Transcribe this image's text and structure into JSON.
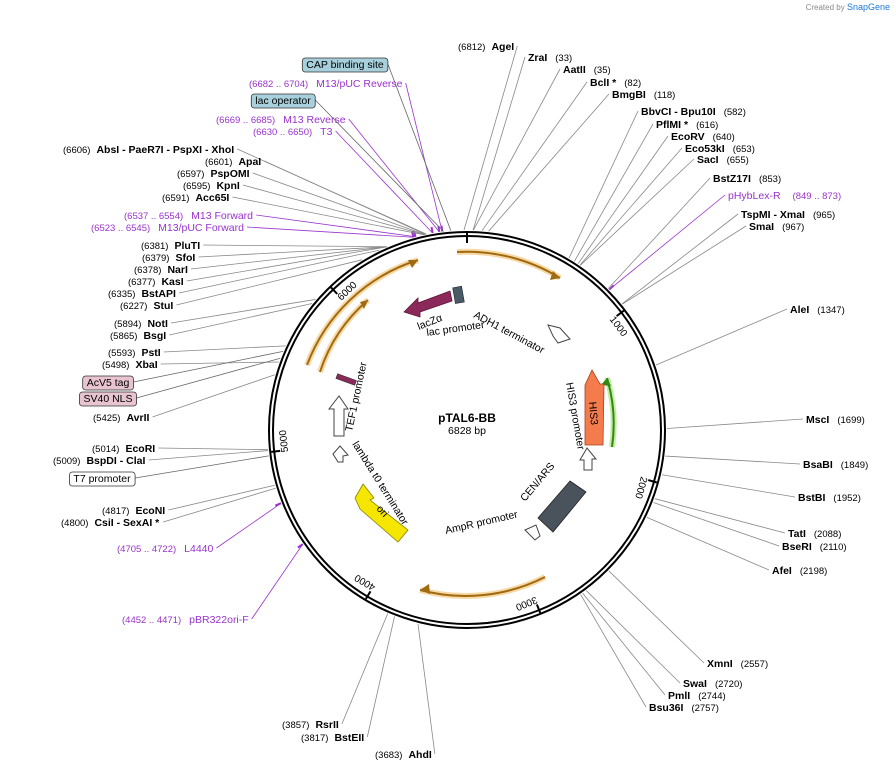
{
  "credit": {
    "prefix": "Created by",
    "brand": "SnapGene"
  },
  "plasmid": {
    "name": "pTAL6-BB",
    "size": "6828 bp",
    "length": 6828
  },
  "ticks": [
    {
      "bp": 1000,
      "label": "1000"
    },
    {
      "bp": 2000,
      "label": "2000"
    },
    {
      "bp": 3000,
      "label": "3000"
    },
    {
      "bp": 4000,
      "label": "4000"
    },
    {
      "bp": 5000,
      "label": "5000"
    },
    {
      "bp": 6000,
      "label": "6000"
    }
  ],
  "enzymes": [
    {
      "name": "AgeI",
      "pos": "(6812)",
      "bp": 6812
    },
    {
      "name": "ZraI",
      "pos": "(33)",
      "bp": 33
    },
    {
      "name": "AatII",
      "pos": "(35)",
      "bp": 35
    },
    {
      "name": "BclI *",
      "pos": "(82)",
      "bp": 82
    },
    {
      "name": "BmgBI",
      "pos": "(118)",
      "bp": 118
    },
    {
      "name": "BbvCI - Bpu10I",
      "pos": "(582)",
      "bp": 582
    },
    {
      "name": "PflMI *",
      "pos": "(616)",
      "bp": 616
    },
    {
      "name": "EcoRV",
      "pos": "(640)",
      "bp": 640
    },
    {
      "name": "Eco53kI",
      "pos": "(653)",
      "bp": 653
    },
    {
      "name": "SacI",
      "pos": "(655)",
      "bp": 655
    },
    {
      "name": "BstZ17I",
      "pos": "(853)",
      "bp": 853
    },
    {
      "name": "TspMI - XmaI",
      "pos": "(965)",
      "bp": 965
    },
    {
      "name": "SmaI",
      "pos": "(967)",
      "bp": 967
    },
    {
      "name": "AleI",
      "pos": "(1347)",
      "bp": 1347
    },
    {
      "name": "MscI",
      "pos": "(1699)",
      "bp": 1699
    },
    {
      "name": "BsaBI",
      "pos": "(1849)",
      "bp": 1849
    },
    {
      "name": "BstBI",
      "pos": "(1952)",
      "bp": 1952
    },
    {
      "name": "TatI",
      "pos": "(2088)",
      "bp": 2088
    },
    {
      "name": "BseRI",
      "pos": "(2110)",
      "bp": 2110
    },
    {
      "name": "AfeI",
      "pos": "(2198)",
      "bp": 2198
    },
    {
      "name": "XmnI",
      "pos": "(2557)",
      "bp": 2557
    },
    {
      "name": "SwaI",
      "pos": "(2720)",
      "bp": 2720
    },
    {
      "name": "PmlI",
      "pos": "(2744)",
      "bp": 2744
    },
    {
      "name": "Bsu36I",
      "pos": "(2757)",
      "bp": 2757
    },
    {
      "name": "AhdI",
      "pos": "(3683)",
      "bp": 3683
    },
    {
      "name": "BstEII",
      "pos": "(3817)",
      "bp": 3817
    },
    {
      "name": "RsrII",
      "pos": "(3857)",
      "bp": 3857
    },
    {
      "name": "CsiI - SexAI *",
      "pos": "(4800)",
      "bp": 4800
    },
    {
      "name": "EcoNI",
      "pos": "(4817)",
      "bp": 4817
    },
    {
      "name": "BspDI - ClaI",
      "pos": "(5009)",
      "bp": 5009
    },
    {
      "name": "EcoRI",
      "pos": "(5014)",
      "bp": 5014
    },
    {
      "name": "AvrII",
      "pos": "(5425)",
      "bp": 5425
    },
    {
      "name": "XbaI",
      "pos": "(5498)",
      "bp": 5498
    },
    {
      "name": "PstI",
      "pos": "(5593)",
      "bp": 5593
    },
    {
      "name": "BsgI",
      "pos": "(5865)",
      "bp": 5865
    },
    {
      "name": "NotI",
      "pos": "(5894)",
      "bp": 5894
    },
    {
      "name": "StuI",
      "pos": "(6227)",
      "bp": 6227
    },
    {
      "name": "BstAPI",
      "pos": "(6335)",
      "bp": 6335
    },
    {
      "name": "KasI",
      "pos": "(6377)",
      "bp": 6377
    },
    {
      "name": "NarI",
      "pos": "(6378)",
      "bp": 6378
    },
    {
      "name": "SfoI",
      "pos": "(6379)",
      "bp": 6379
    },
    {
      "name": "PluTI",
      "pos": "(6381)",
      "bp": 6381
    },
    {
      "name": "Acc65I",
      "pos": "(6591)",
      "bp": 6591
    },
    {
      "name": "KpnI",
      "pos": "(6595)",
      "bp": 6595
    },
    {
      "name": "PspOMI",
      "pos": "(6597)",
      "bp": 6597
    },
    {
      "name": "ApaI",
      "pos": "(6601)",
      "bp": 6601
    },
    {
      "name": "AbsI - PaeR7I - PspXI - XhoI",
      "pos": "(6606)",
      "bp": 6606
    }
  ],
  "primers": [
    {
      "name": "M13/pUC Reverse",
      "pos": "(6682 .. 6704)",
      "bp": 6693
    },
    {
      "name": "M13 Reverse",
      "pos": "(6669 .. 6685)",
      "bp": 6677
    },
    {
      "name": "T3",
      "pos": "(6630 .. 6650)",
      "bp": 6640
    },
    {
      "name": "M13 Forward",
      "pos": "(6537 .. 6554)",
      "bp": 6545
    },
    {
      "name": "M13/pUC Forward",
      "pos": "(6523 .. 6545)",
      "bp": 6534
    },
    {
      "name": "pHybLex-R",
      "pos": "(849 .. 873)",
      "bp": 861
    },
    {
      "name": "L4440",
      "pos": "(4705 .. 4722)",
      "bp": 4713
    },
    {
      "name": "pBR322ori-F",
      "pos": "(4452 .. 4471)",
      "bp": 4461
    }
  ],
  "boxed_features": [
    {
      "name": "CAP binding site",
      "bp": 6740,
      "color": "#a8d0dc"
    },
    {
      "name": "lac operator",
      "bp": 6700,
      "color": "#a8d0dc"
    },
    {
      "name": "AcV5 tag",
      "bp": 5560,
      "color": "#e8c4d0"
    },
    {
      "name": "SV40 NLS",
      "bp": 5520,
      "color": "#e8c4d0"
    },
    {
      "name": "T7 promoter",
      "bp": 4980,
      "color": "#ffffff"
    }
  ],
  "features": [
    {
      "name": "lacZα",
      "color": "#8b2a5a"
    },
    {
      "name": "lac promoter",
      "color": "#ffffff"
    },
    {
      "name": "ADH1 terminator",
      "color": "#ffffff"
    },
    {
      "name": "HIS3 promoter",
      "color": "#ffffff"
    },
    {
      "name": "HIS3",
      "color": "#f47c4c"
    },
    {
      "name": "CEN/ARS",
      "color": "#4a525c"
    },
    {
      "name": "AmpR promoter",
      "color": "#ffffff"
    },
    {
      "name": "ori",
      "color": "#f5e600"
    },
    {
      "name": "lambda t0 terminator",
      "color": "#ffffff"
    },
    {
      "name": "TEF1 promoter",
      "color": "#ffffff"
    }
  ],
  "colors": {
    "primer": "#9933cc",
    "orf": "#f0a030",
    "backbone": "#000000",
    "leader": "#888888"
  }
}
